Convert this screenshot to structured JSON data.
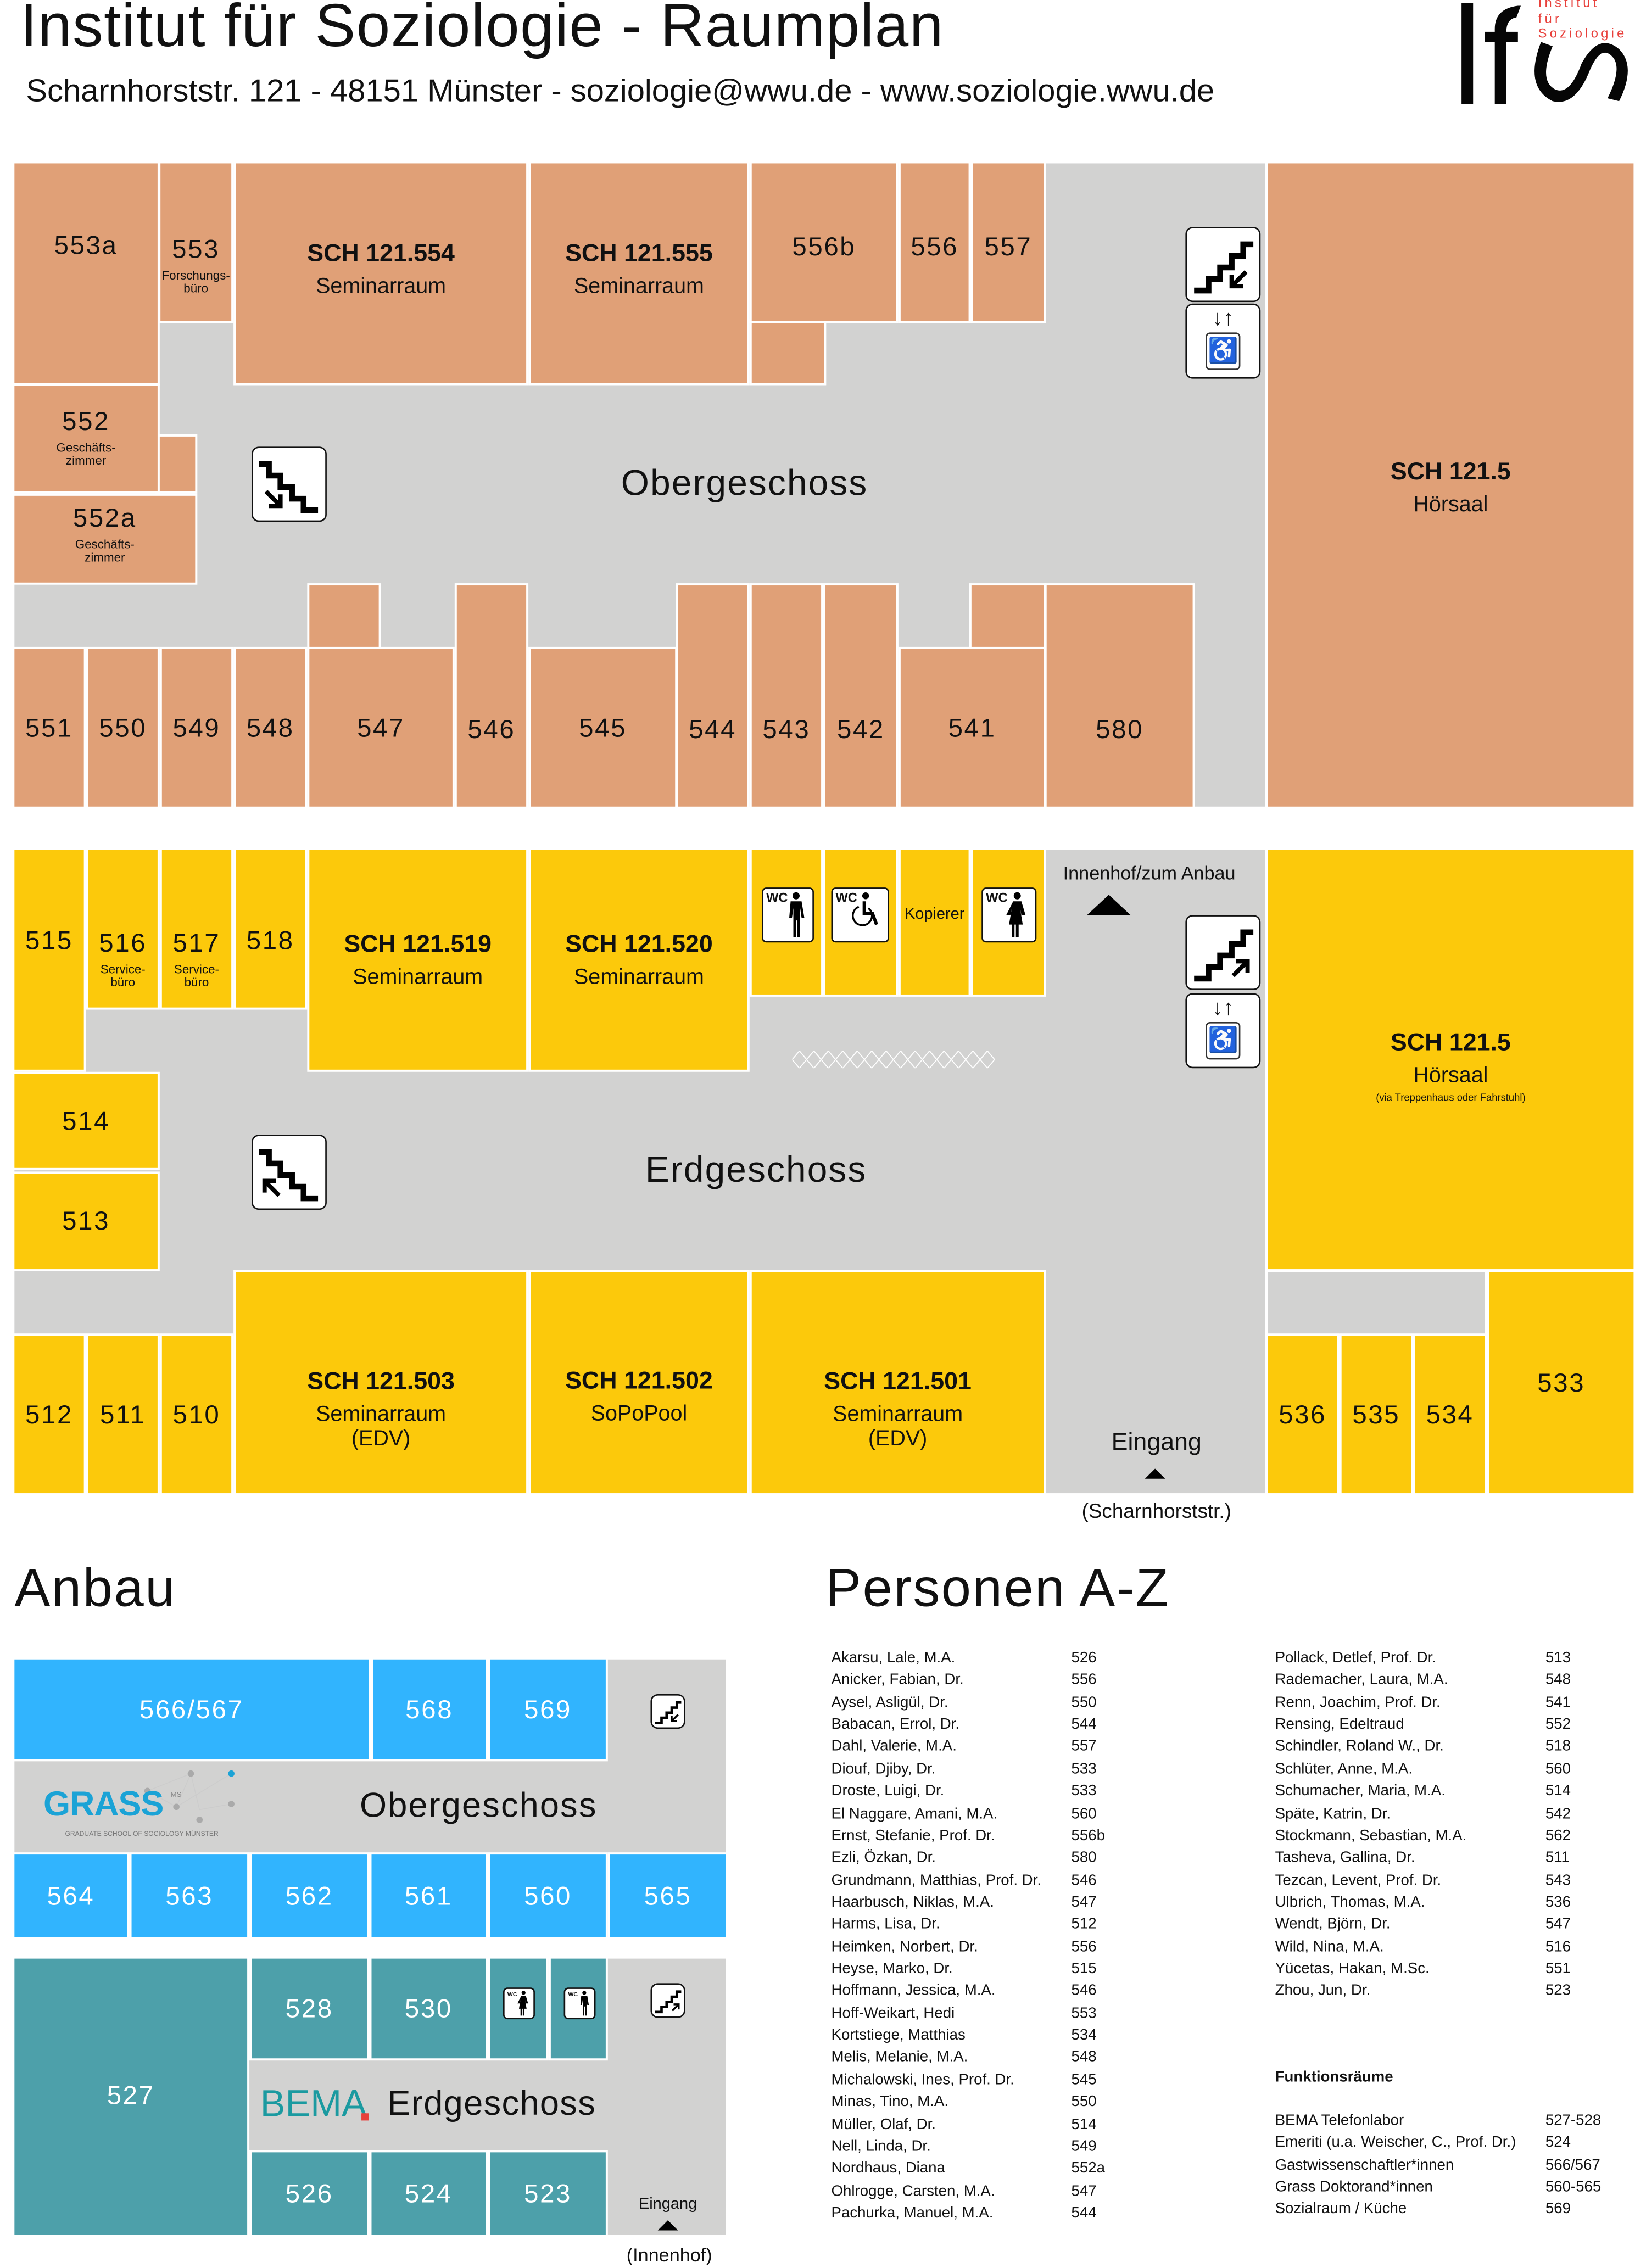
{
  "header": {
    "title": "Institut für Soziologie - Raumplan",
    "subtitle": "Scharnhorststr. 121 - 48151 Münster - soziologie@wwu.de - www.soziologie.wwu.de",
    "logo": {
      "mark": "IfS",
      "line1": "Institut",
      "line2": "für",
      "line3": "Soziologie"
    }
  },
  "colors": {
    "obergeschoss": "#E0A077",
    "erdgeschoss": "#FCC90B",
    "anbau_og": "#31B4FE",
    "anbau_eg": "#4DA0AA",
    "corridor": "#D2D2D1",
    "logo_red": "#E8413C"
  },
  "og": {
    "title": "Obergeschoss",
    "rooms": {
      "r553a": {
        "number": "553a"
      },
      "r553": {
        "number": "553",
        "note": "Forschungs-\nbüro"
      },
      "r554": {
        "code": "SCH 121.554",
        "sub": "Seminarraum"
      },
      "r555": {
        "code": "SCH 121.555",
        "sub": "Seminarraum"
      },
      "r556b": {
        "number": "556b"
      },
      "r556": {
        "number": "556"
      },
      "r557": {
        "number": "557"
      },
      "r552": {
        "number": "552",
        "note": "Geschäfts-\nzimmer"
      },
      "r552a": {
        "number": "552a",
        "note": "Geschäfts-\nzimmer"
      },
      "r551": {
        "number": "551"
      },
      "r550": {
        "number": "550"
      },
      "r549": {
        "number": "549"
      },
      "r548": {
        "number": "548"
      },
      "r547": {
        "number": "547"
      },
      "r546": {
        "number": "546"
      },
      "r545": {
        "number": "545"
      },
      "r544": {
        "number": "544"
      },
      "r543": {
        "number": "543"
      },
      "r542": {
        "number": "542"
      },
      "r541": {
        "number": "541"
      },
      "r580": {
        "number": "580"
      },
      "hs": {
        "code": "SCH 121.5",
        "sub": "Hörsaal"
      }
    }
  },
  "eg": {
    "title": "Erdgeschoss",
    "innenhof": "Innenhof/zum Anbau",
    "entrance": "Eingang",
    "entrance_street": "(Scharnhorststr.)",
    "wc": "WC",
    "rooms": {
      "r515": {
        "number": "515"
      },
      "r516": {
        "number": "516",
        "note": "Service-\nbüro"
      },
      "r517": {
        "number": "517",
        "note": "Service-\nbüro"
      },
      "r518": {
        "number": "518"
      },
      "r519": {
        "code": "SCH 121.519",
        "sub": "Seminarraum"
      },
      "r520": {
        "code": "SCH 121.520",
        "sub": "Seminarraum"
      },
      "wc_m": {},
      "wc_acc": {},
      "kop": {
        "sub": "Kopierer"
      },
      "wc_f": {},
      "r514": {
        "number": "514"
      },
      "r513": {
        "number": "513"
      },
      "r512": {
        "number": "512"
      },
      "r511": {
        "number": "511"
      },
      "r510": {
        "number": "510"
      },
      "r503": {
        "code": "SCH 121.503",
        "sub": "Seminarraum\n(EDV)"
      },
      "r502": {
        "code": "SCH 121.502",
        "sub": "SoPoPool"
      },
      "r501": {
        "code": "SCH 121.501",
        "sub": "Seminarraum\n(EDV)"
      },
      "hs": {
        "code": "SCH 121.5",
        "sub": "Hörsaal",
        "tiny": "(via Treppenhaus oder Fahrstuhl)"
      },
      "r536": {
        "number": "536"
      },
      "r535": {
        "number": "535"
      },
      "r534": {
        "number": "534"
      },
      "r533": {
        "number": "533"
      }
    }
  },
  "anbau": {
    "title": "Anbau",
    "og_title": "Obergeschoss",
    "eg_title": "Erdgeschoss",
    "entrance": "Eingang",
    "entrance_note": "(Innenhof)",
    "wc": "WC",
    "grass_logo": {
      "name": "GRASS",
      "sup": "MS",
      "tagline": "GRADUATE SCHOOL OF SOCIOLOGY MÜNSTER"
    },
    "bema_logo": "BEMA",
    "og_rooms": {
      "r566": {
        "number": "566/567"
      },
      "r568": {
        "number": "568"
      },
      "r569": {
        "number": "569"
      },
      "r564": {
        "number": "564"
      },
      "r563": {
        "number": "563"
      },
      "r562": {
        "number": "562"
      },
      "r561": {
        "number": "561"
      },
      "r560": {
        "number": "560"
      },
      "r565": {
        "number": "565"
      }
    },
    "eg_rooms": {
      "r527": {
        "number": "527"
      },
      "r528": {
        "number": "528"
      },
      "r530": {
        "number": "530"
      },
      "wc1": {},
      "wc2": {},
      "r526": {
        "number": "526"
      },
      "r524": {
        "number": "524"
      },
      "r523": {
        "number": "523"
      }
    }
  },
  "directory": {
    "title": "Personen  A-Z",
    "people": [
      {
        "name": "Akarsu, Lale, M.A.",
        "room": "526"
      },
      {
        "name": "Anicker, Fabian, Dr.",
        "room": "556"
      },
      {
        "name": "Aysel, Asligül, Dr.",
        "room": "550"
      },
      {
        "name": "Babacan, Errol, Dr.",
        "room": "544"
      },
      {
        "name": "Dahl, Valerie, M.A.",
        "room": "557"
      },
      {
        "name": "Diouf, Djiby, Dr.",
        "room": "533"
      },
      {
        "name": "Droste, Luigi, Dr.",
        "room": "533"
      },
      {
        "name": "El Naggare, Amani, M.A.",
        "room": "560"
      },
      {
        "name": "Ernst, Stefanie, Prof. Dr.",
        "room": "556b"
      },
      {
        "name": "Ezli, Özkan, Dr.",
        "room": "580"
      },
      {
        "name": "Grundmann, Matthias, Prof. Dr.",
        "room": "546"
      },
      {
        "name": "Haarbusch, Niklas, M.A.",
        "room": "547"
      },
      {
        "name": "Harms, Lisa, Dr.",
        "room": "512"
      },
      {
        "name": "Heimken, Norbert, Dr.",
        "room": "556"
      },
      {
        "name": "Heyse, Marko, Dr.",
        "room": "515"
      },
      {
        "name": "Hoffmann, Jessica, M.A.",
        "room": "546"
      },
      {
        "name": "Hoff-Weikart, Hedi",
        "room": "553"
      },
      {
        "name": "Kortstiege, Matthias",
        "room": "534"
      },
      {
        "name": "Melis, Melanie, M.A.",
        "room": "548"
      },
      {
        "name": "Michalowski, Ines, Prof. Dr.",
        "room": "545"
      },
      {
        "name": "Minas, Tino, M.A.",
        "room": "550"
      },
      {
        "name": "Müller, Olaf, Dr.",
        "room": "514"
      },
      {
        "name": "Nell, Linda, Dr.",
        "room": "549"
      },
      {
        "name": "Nordhaus, Diana",
        "room": "552a"
      },
      {
        "name": "Ohlrogge, Carsten, M.A.",
        "room": "547"
      },
      {
        "name": "Pachurka, Manuel, M.A.",
        "room": "544"
      },
      {
        "name": "Pollack, Detlef, Prof. Dr.",
        "room": "513"
      },
      {
        "name": "Rademacher, Laura, M.A.",
        "room": "548"
      },
      {
        "name": "Renn, Joachim, Prof. Dr.",
        "room": "541"
      },
      {
        "name": "Rensing, Edeltraud",
        "room": "552"
      },
      {
        "name": "Schindler, Roland W., Dr.",
        "room": "518"
      },
      {
        "name": "Schlüter, Anne, M.A.",
        "room": "560"
      },
      {
        "name": "Schumacher, Maria, M.A.",
        "room": "514"
      },
      {
        "name": "Späte, Katrin, Dr.",
        "room": "542"
      },
      {
        "name": "Stockmann, Sebastian, M.A.",
        "room": "562"
      },
      {
        "name": "Tasheva, Gallina, Dr.",
        "room": "511"
      },
      {
        "name": "Tezcan, Levent, Prof. Dr.",
        "room": "543"
      },
      {
        "name": "Ulbrich, Thomas, M.A.",
        "room": "536"
      },
      {
        "name": "Wendt, Björn, Dr.",
        "room": "547"
      },
      {
        "name": "Wild, Nina, M.A.",
        "room": "516"
      },
      {
        "name": "Yücetas, Hakan, M.Sc.",
        "room": "551"
      },
      {
        "name": "Zhou, Jun, Dr.",
        "room": "523"
      }
    ],
    "functions_title": "Funktionsräume",
    "functions": [
      {
        "name": "BEMA Telefonlabor",
        "room": "527-528"
      },
      {
        "name": "Emeriti (u.a. Weischer, C., Prof. Dr.)",
        "room": "524"
      },
      {
        "name": "Gastwissenschaftler*innen",
        "room": "566/567"
      },
      {
        "name": "Grass Doktorand*innen",
        "room": "560-565"
      },
      {
        "name": "Sozialraum / Küche",
        "room": "569"
      }
    ]
  }
}
